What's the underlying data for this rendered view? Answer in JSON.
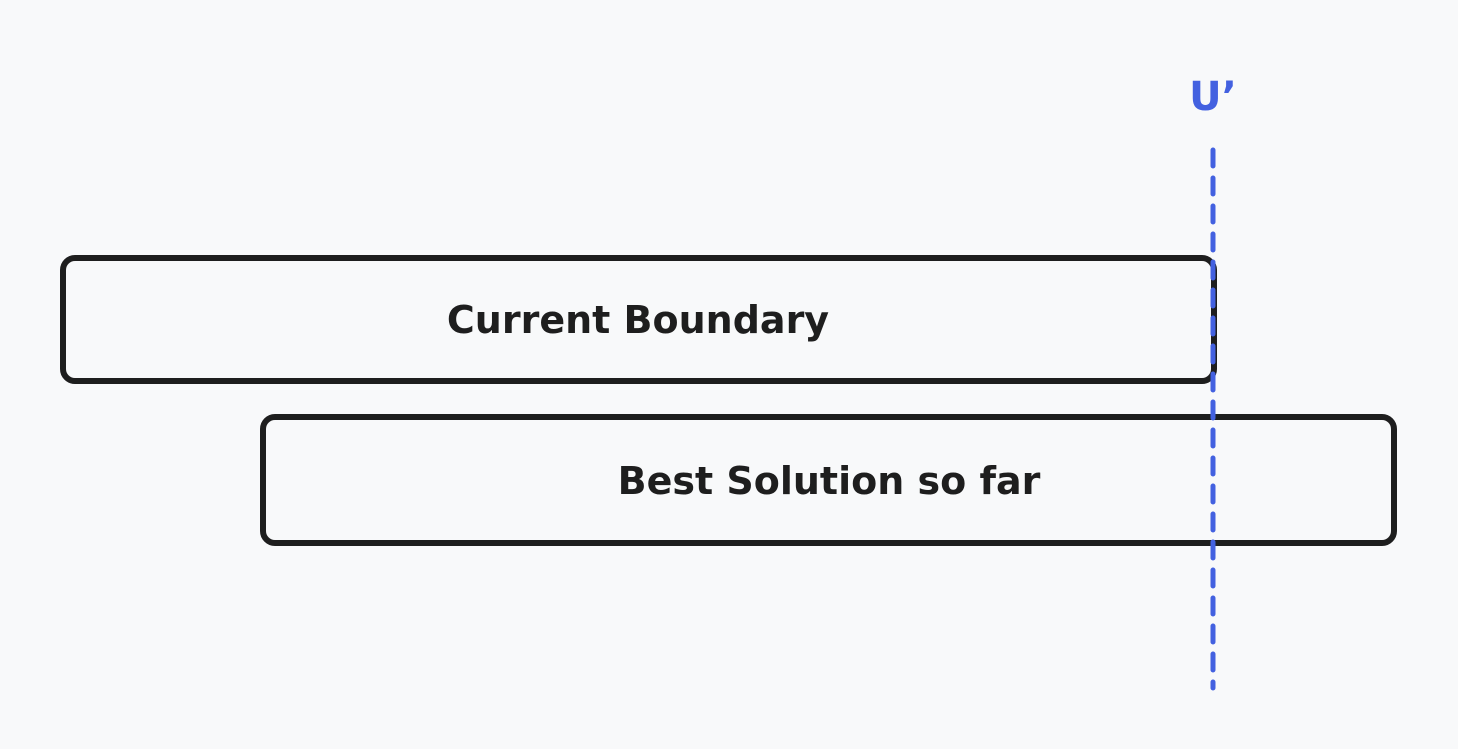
{
  "diagram": {
    "boxes": [
      {
        "label": "Current Boundary"
      },
      {
        "label": "Best Solution so far"
      }
    ],
    "threshold_line": {
      "label": "U’",
      "color": "#4361e0"
    },
    "stroke_color": "#1e1e1e",
    "background_color": "#f8f9fa"
  }
}
